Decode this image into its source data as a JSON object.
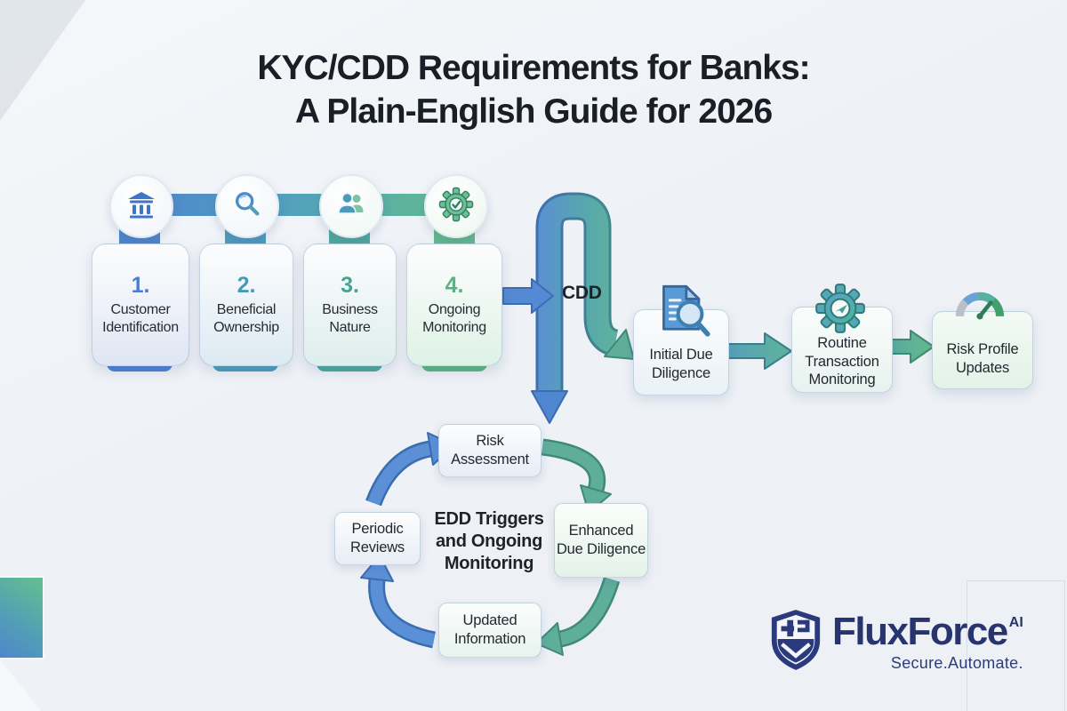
{
  "title": {
    "line1": "KYC/CDD Requirements for Banks:",
    "line2": "A Plain-English Guide for 2026"
  },
  "steps": [
    {
      "number": "1.",
      "label": "Customer Identification",
      "icon": "bank-icon",
      "accent": "#4a7ed2"
    },
    {
      "number": "2.",
      "label": "Beneficial Ownership",
      "icon": "magnifier-icon",
      "accent": "#4799b8"
    },
    {
      "number": "3.",
      "label": "Business Nature",
      "icon": "users-icon",
      "accent": "#47a394"
    },
    {
      "number": "4.",
      "label": "Ongoing Monitoring",
      "icon": "gear-check-icon",
      "accent": "#59b286"
    }
  ],
  "flow": {
    "cdd_label": "CDD",
    "boxes": [
      {
        "label": "Initial Due Diligence",
        "icon": "document-search-icon"
      },
      {
        "label": "Routine Transaction Monitoring",
        "icon": "gear-icon"
      },
      {
        "label": "Risk Profile Updates",
        "icon": "gauge-icon"
      }
    ]
  },
  "cycle": {
    "center_label": "EDD Triggers and Ongoing Monitoring",
    "nodes": [
      {
        "label": "Risk Assessment"
      },
      {
        "label": "Enhanced Due Diligence"
      },
      {
        "label": "Updated Information"
      },
      {
        "label": "Periodic Reviews"
      }
    ]
  },
  "brand": {
    "name": "FluxForce",
    "suffix": "AI",
    "tagline": "Secure.Automate."
  },
  "colors": {
    "pipe_blue": "#5a8ed5",
    "pipe_teal": "#5fae9b",
    "green": "#63bb8d",
    "navy": "#27346e",
    "text_dark": "#23282f"
  }
}
